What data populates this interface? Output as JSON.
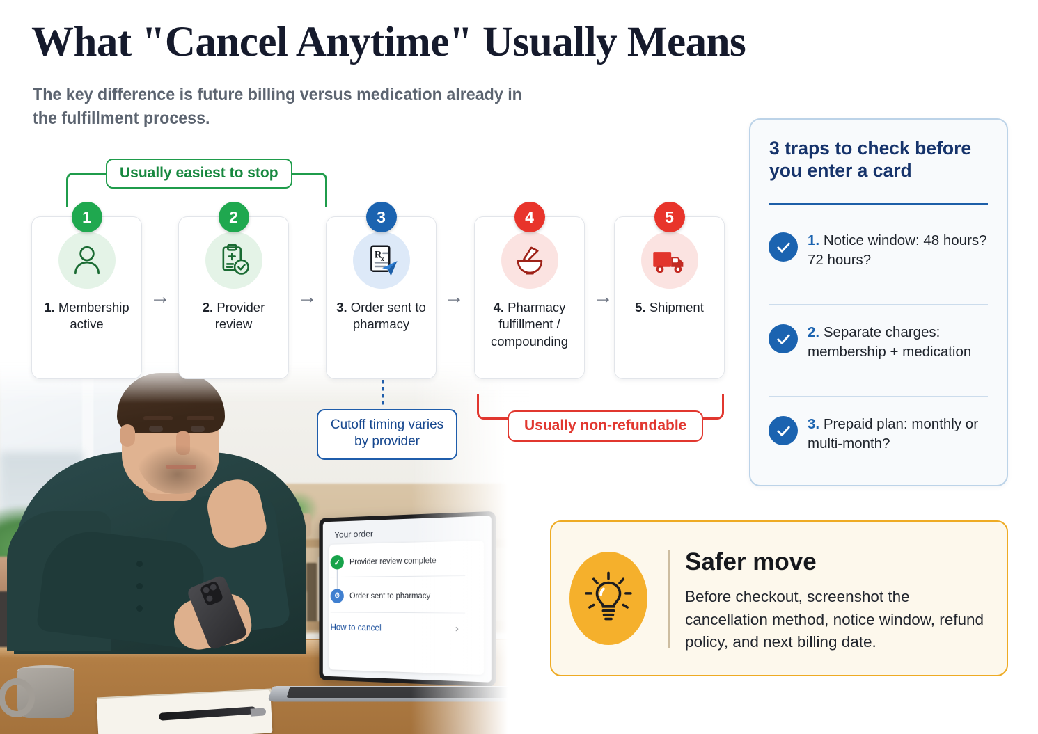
{
  "header": {
    "title": "What \"Cancel Anytime\" Usually Means",
    "subtitle": "The key difference is future billing versus medication already in the fulfillment process."
  },
  "colors": {
    "green": "#1f9c4b",
    "blue": "#1b63b0",
    "red": "#e1372f",
    "navy": "#16336b",
    "amber": "#eeab24",
    "title": "#151a2c"
  },
  "flow": {
    "green_bracket_label": "Usually easiest to stop",
    "red_bracket_label": "Usually non-refundable",
    "cutoff_note": "Cutoff timing varies by provider",
    "steps": [
      {
        "num": "1",
        "prefix": "1.",
        "label": "Membership active",
        "icon": "person-icon",
        "color": "green"
      },
      {
        "num": "2",
        "prefix": "2.",
        "label": "Provider review",
        "icon": "clipboard-check-icon",
        "color": "green"
      },
      {
        "num": "3",
        "prefix": "3.",
        "label": "Order sent to pharmacy",
        "icon": "rx-send-icon",
        "color": "blue"
      },
      {
        "num": "4",
        "prefix": "4.",
        "label": "Pharmacy fulfillment / compounding",
        "icon": "mortar-pestle-icon",
        "color": "red"
      },
      {
        "num": "5",
        "prefix": "5.",
        "label": "Shipment",
        "icon": "delivery-truck-icon",
        "color": "red"
      }
    ],
    "arrow_glyph": "→"
  },
  "traps": {
    "heading": "3 traps to check before you enter a card",
    "items": [
      {
        "num": "1.",
        "text": "Notice window: 48 hours? 72 hours?"
      },
      {
        "num": "2.",
        "text": "Separate charges: membership + medication"
      },
      {
        "num": "3.",
        "text": "Prepaid plan: monthly or multi-month?"
      }
    ]
  },
  "safer": {
    "icon": "lightbulb-icon",
    "heading": "Safer move",
    "body": "Before checkout, screenshot the cancellation method, notice window, refund policy, and next billing date."
  },
  "photo": {
    "laptop_screen": {
      "title": "Your order",
      "rows": [
        {
          "text": "Provider review complete",
          "state": "complete"
        },
        {
          "text": "Order sent to pharmacy",
          "state": "in-progress"
        }
      ],
      "link": "How to cancel",
      "chevron": "›"
    }
  }
}
